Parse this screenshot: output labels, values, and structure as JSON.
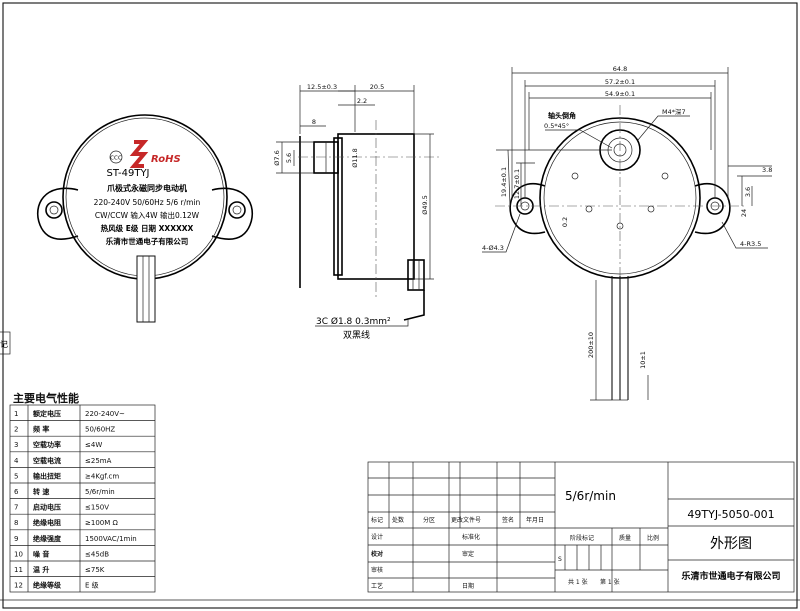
{
  "motor_label": {
    "brand": "RoHS",
    "model": "ST-49TYJ",
    "name": "爪极式永磁同步电动机",
    "voltage_line": "220-240V 50/60Hz 5/6 r/min",
    "power_line": "CW/CCW 输入4W 输出0.12W",
    "class_line": "热风级 E级 日期 XXXXXX",
    "company": "乐清市世通电子有限公司"
  },
  "side_view": {
    "dims": [
      "12.5±0.3",
      "20.5",
      "2.2",
      "8",
      "Ø7.6",
      "5.6",
      "Ø11.8",
      "Ø49.5"
    ],
    "wire_spec": "3C Ø1.8 0.3mm²",
    "wire_desc": "双黑线"
  },
  "front_view": {
    "dims": [
      "64.8",
      "57.2±0.1",
      "54.9±0.1",
      "M4*深7",
      "19.4±0.1",
      "12.7±0.1",
      "0.2",
      "3.8",
      "3.6",
      "4-R3.5",
      "24",
      "4-Ø4.3",
      "200±10",
      "10±1"
    ],
    "chamfer_title": "轴头倒角",
    "chamfer_value": "0.5*45°"
  },
  "left_marker": "记",
  "specs": {
    "title": "主要电气性能",
    "rows": [
      {
        "no": "1",
        "name": "额定电压",
        "value": "220-240V~"
      },
      {
        "no": "2",
        "name": "频 率",
        "value": "50/60HZ"
      },
      {
        "no": "3",
        "name": "空载功率",
        "value": "≤4W"
      },
      {
        "no": "4",
        "name": "空载电流",
        "value": "≤25mA"
      },
      {
        "no": "5",
        "name": "输出扭矩",
        "value": "≥4Kgf.cm"
      },
      {
        "no": "6",
        "name": "转 速",
        "value": "5/6r/min"
      },
      {
        "no": "7",
        "name": "启动电压",
        "value": "≤150V"
      },
      {
        "no": "8",
        "name": "绝缘电阻",
        "value": "≥100M Ω"
      },
      {
        "no": "9",
        "name": "绝缘强度",
        "value": "1500VAC/1min"
      },
      {
        "no": "10",
        "name": "噪 音",
        "value": "≤45dB"
      },
      {
        "no": "11",
        "name": "温 升",
        "value": "≤75K"
      },
      {
        "no": "12",
        "name": "绝缘等级",
        "value": "E 级"
      }
    ]
  },
  "title_block": {
    "speed": "5/6r/min",
    "drawing_no": "49TYJ-5050-001",
    "drawing_name": "外形图",
    "company": "乐清市世通电子有限公司",
    "hdr_mark": "标记",
    "hdr_count": "处数",
    "hdr_zone": "分区",
    "hdr_docno": "更改文件号",
    "hdr_sign": "签名",
    "hdr_date": "年月日",
    "design": "设计",
    "standardize": "标准化",
    "proofread": "校对",
    "review": "审定",
    "audit": "审核",
    "process": "工艺",
    "approve": "日期",
    "stage": "阶段标记",
    "weight": "质量",
    "scale": "比例",
    "stage_s": "S",
    "total": "共 1 张",
    "sheet": "第 1 张"
  }
}
